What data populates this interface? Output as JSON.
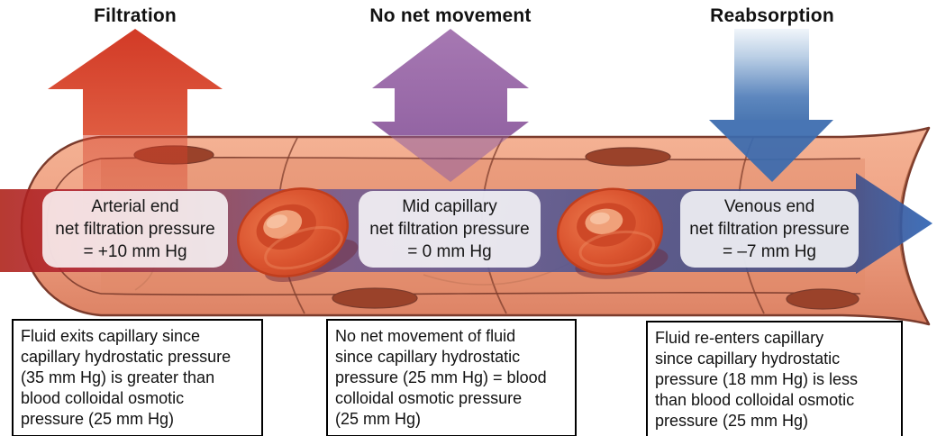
{
  "header_labels": {
    "filtration": "Filtration",
    "no_net_movement": "No net movement",
    "reabsorption": "Reabsorption"
  },
  "capillary_labels": [
    {
      "text": "Arterial end\nnet filtration pressure\n= +10 mm Hg"
    },
    {
      "text": "Mid capillary\nnet filtration pressure\n= 0 mm Hg"
    },
    {
      "text": "Venous end\nnet filtration pressure\n= –7 mm Hg"
    }
  ],
  "explanation_boxes": [
    {
      "text": "Fluid exits capillary since\ncapillary hydrostatic pressure\n(35 mm Hg) is greater than\nblood colloidal osmotic\npressure (25 mm Hg)"
    },
    {
      "text": "No net movement of fluid\nsince capillary hydrostatic\npressure (25 mm Hg) = blood\ncolloidal osmotic pressure\n(25 mm Hg)"
    },
    {
      "text": "Fluid re-enters capillary\nsince capillary hydrostatic\npressure (18 mm Hg) is less\nthan blood colloidal osmotic\npressure (25 mm Hg)"
    }
  ],
  "colors": {
    "filtration_arrow": "#D6402B",
    "no_net_movement_arrow": "#9C6BAB",
    "reabsorption_arrow": "#3A6FB0",
    "flow_band_arterial": "#AD1F16",
    "flow_band_mid": "#615C97",
    "flow_band_venous": "#2F64B4",
    "capillary_wall": "#EFA183",
    "red_blood_cell": "#D54C28"
  }
}
